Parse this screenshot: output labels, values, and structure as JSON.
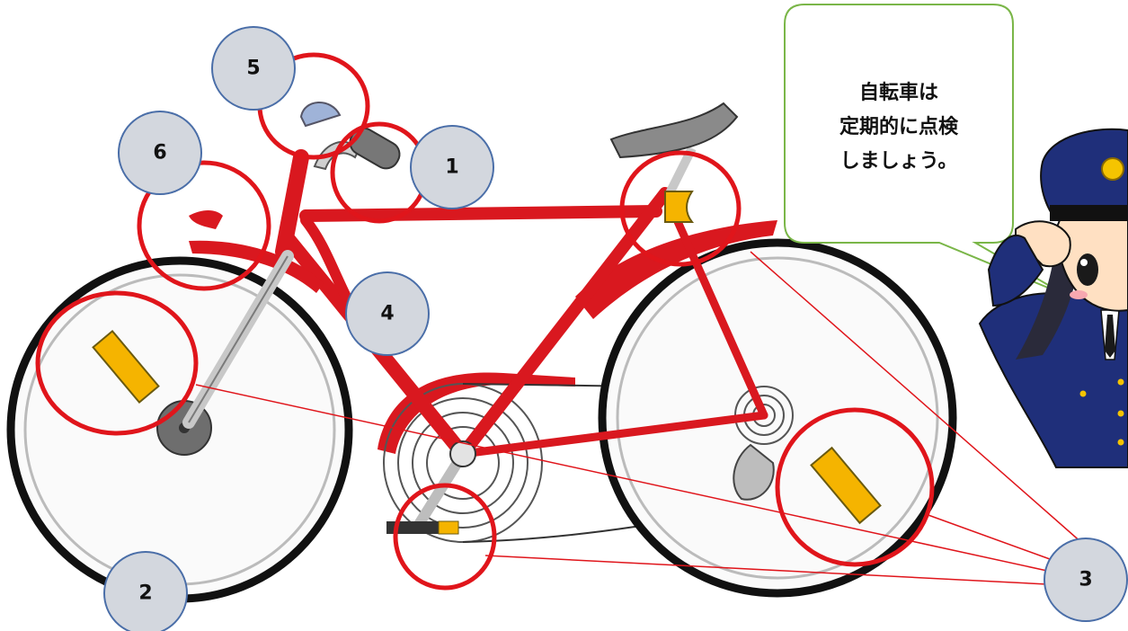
{
  "speech_bubble": {
    "lines": [
      "自転車は",
      "定期的に点検",
      "しましょう。"
    ]
  },
  "markers": [
    {
      "id": "1",
      "label": "1"
    },
    {
      "id": "2",
      "label": "2"
    },
    {
      "id": "3",
      "label": "3"
    },
    {
      "id": "4",
      "label": "4"
    },
    {
      "id": "5",
      "label": "5"
    },
    {
      "id": "6",
      "label": "6"
    }
  ],
  "colors": {
    "frame": "#d9181f",
    "highlight_circle": "#e0151b",
    "marker_fill": "#d3d7de",
    "marker_stroke": "#4a6ea8",
    "reflector": "#f5b400",
    "bubble_stroke": "#7ab648",
    "police_uniform": "#1f2f7a"
  }
}
